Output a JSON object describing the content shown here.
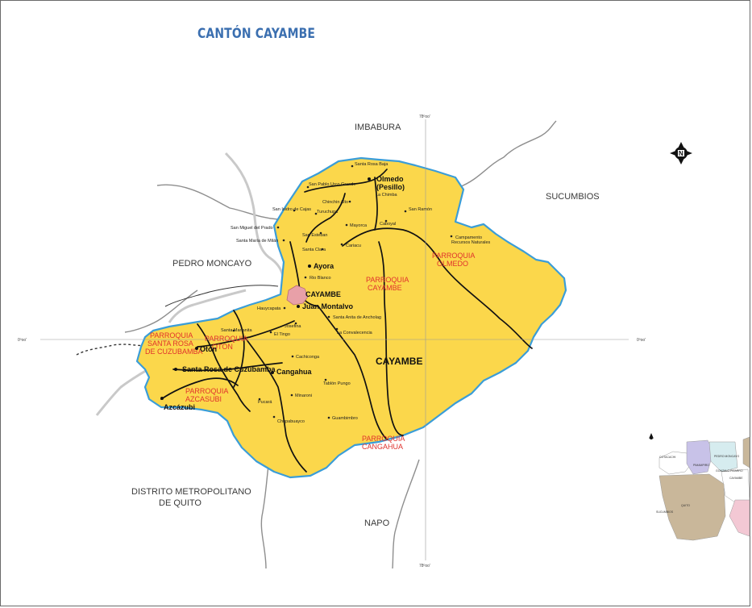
{
  "title": "CANTÓN CAYAMBE",
  "colors": {
    "canton_fill": "#fbd74b",
    "border": "#3a9dd8",
    "roads": "#111111",
    "rivers": "#bfbfbf",
    "parish_label": "#e0322d",
    "urban": "#e8a0a8"
  },
  "neighbors": {
    "north": "IMBABURA",
    "east": "SUCUMBIOS",
    "west": "PEDRO MONCAYO",
    "southwest_line1": "DISTRITO METROPOLITANO",
    "southwest_line2": "DE QUITO",
    "south": "NAPO"
  },
  "canton_label": "CAYAMBE",
  "parishes": [
    {
      "line1": "PARROQUIA",
      "line2": "OLMEDO"
    },
    {
      "line1": "PARROQUIA",
      "line2": "CAYAMBE"
    },
    {
      "line1": "PARROQUIA",
      "line2": "CANGAHUA"
    },
    {
      "line1": "PARROQUIA",
      "line2": "AZCASUBI"
    },
    {
      "line1": "PARROQUIA",
      "line2": "OTON"
    },
    {
      "line1": "PARROQUIA",
      "line2": "SANTA ROSA",
      "line3": "DE CUZUBAMBA"
    }
  ],
  "major_towns": {
    "olmedo_line1": "Olmedo",
    "olmedo_line2": "(Pesillo)",
    "ayora": "Ayora",
    "cayambe": "CAYAMBE",
    "juan_montalvo": "Juan Montalvo",
    "oton": "Otón",
    "santa_rosa": "Santa Rosa de Cuzubamba",
    "cangahua": "Cangahua",
    "azcazubi": "Azcázubi"
  },
  "towns": {
    "santa_rosa_baja": "Santa Rosa Baja",
    "san_pablo": "San Pablo Urco Grande",
    "la_chimba": "La Chimba",
    "chinchin": "Chinchin Alto",
    "san_ramon": "San Ramón",
    "san_isidro": "San Isidro de Cajas",
    "turuchupa": "Turuchupa",
    "mayorca": "Mayorca",
    "caboyal": "Caboyal",
    "san_miguel": "San Miguel del Prado",
    "san_esteban": "San Esteban",
    "santa_maria": "Santa María de Milán",
    "santa_clara": "Santa Clara",
    "cariacu": "Cariacu",
    "campamento_line1": "Campamento",
    "campamento_line2": "Recursos Naturales",
    "rio_blanco": "Rio Blanco",
    "hauycapata": "Hauycapata",
    "santa_anita": "Santa Anita de Ancholag",
    "josefina": "Josefina",
    "la_convalecencia": "La Convalecencia",
    "santa_marianita": "Santa Marianita",
    "el_tingo": "El Tingo",
    "cachiconga": "Cachiconga",
    "tablon_pungo": "Tablón Pungo",
    "minaroni": "Minaroni",
    "pucara": "Pucará",
    "guambimbro": "Guambimbro",
    "chupabuayco": "Chupabuayco"
  },
  "coordinates": {
    "top": "78ºoo'",
    "bottom": "78ºoo'",
    "left": "0ºoo'",
    "right": "0ºoo'"
  },
  "inset": {
    "labels": [
      "COTACACHI",
      "PIMAMPIRO",
      "PEDRO MONCAYO",
      "CAYAMBE",
      "GONZALO PIZARRO",
      "QUITO",
      "SUCUMBIOS"
    ],
    "colors": [
      "#c8c2e8",
      "#d6ecef",
      "#c9b79a",
      "#f3c8d4"
    ]
  },
  "north_arrow_letter": "N"
}
